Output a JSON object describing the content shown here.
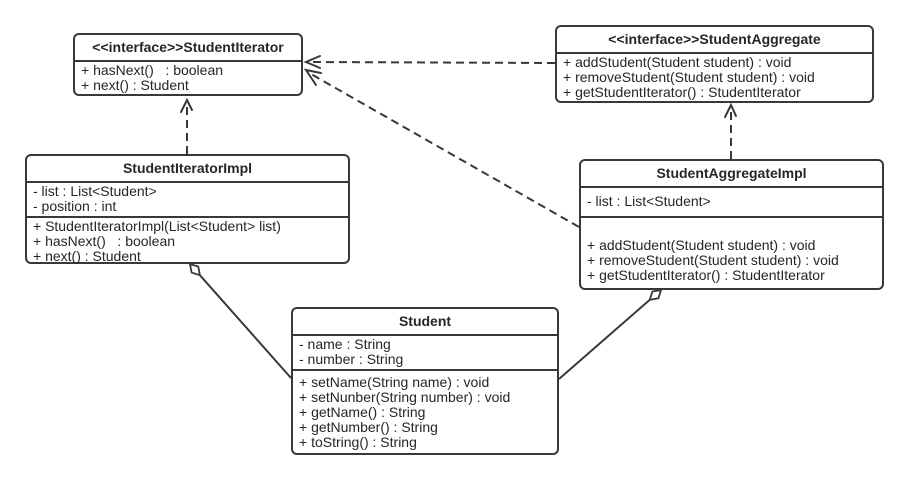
{
  "diagram": {
    "type": "uml-class-diagram",
    "stroke_color": "#383838",
    "background_color": "#ffffff",
    "classes": [
      {
        "id": "student-iterator",
        "title": "<<interface>>StudentIterator",
        "attributes": [],
        "methods": [
          "+ hasNext()   : boolean",
          "+ next() : Student"
        ]
      },
      {
        "id": "student-aggregate",
        "title": "<<interface>>StudentAggregate",
        "attributes": [],
        "methods": [
          "+ addStudent(Student student) : void",
          "+ removeStudent(Student student) : void",
          "+ getStudentIterator() : StudentIterator"
        ]
      },
      {
        "id": "student-iterator-impl",
        "title": "StudentIteratorImpl",
        "attributes": [
          "- list : List<Student>",
          "- position : int"
        ],
        "methods": [
          "+ StudentIteratorImpl(List<Student> list)",
          "+ hasNext()   : boolean",
          "+ next() : Student"
        ]
      },
      {
        "id": "student-aggregate-impl",
        "title": "StudentAggregateImpl",
        "attributes": [
          "- list : List<Student>"
        ],
        "methods": [
          "+ addStudent(Student student) : void",
          "+ removeStudent(Student student) : void",
          "+ getStudentIterator() : StudentIterator"
        ]
      },
      {
        "id": "student",
        "title": "Student",
        "attributes": [
          "- name : String",
          "- number : String"
        ],
        "methods": [
          "+ setName(String name) : void",
          "+ setNunber(String number) : void",
          "+ getName() : String",
          "+ getNumber() : String",
          "+ toString() : String"
        ]
      }
    ],
    "relationships": [
      {
        "from": "StudentIteratorImpl",
        "to": "StudentIterator",
        "type": "realization",
        "style": "dashed-open-arrow"
      },
      {
        "from": "StudentAggregateImpl",
        "to": "StudentAggregate",
        "type": "realization",
        "style": "dashed-open-arrow"
      },
      {
        "from": "StudentAggregate",
        "to": "StudentIterator",
        "type": "dependency",
        "style": "dashed-open-arrow"
      },
      {
        "from": "StudentAggregateImpl",
        "to": "StudentIterator",
        "type": "dependency",
        "style": "dashed-open-arrow"
      },
      {
        "from": "StudentIteratorImpl",
        "to": "Student",
        "type": "aggregation",
        "style": "solid-hollow-diamond"
      },
      {
        "from": "StudentAggregateImpl",
        "to": "Student",
        "type": "aggregation",
        "style": "solid-hollow-diamond"
      }
    ]
  }
}
